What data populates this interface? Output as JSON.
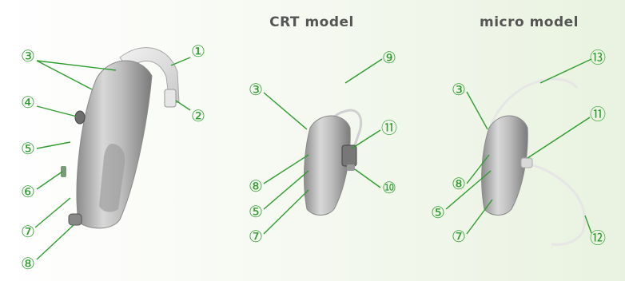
{
  "titles": {
    "crt": "CRT model",
    "micro": "micro model"
  },
  "accent_color": "#33aa33",
  "callouts": {
    "bte": [
      "③",
      "①",
      "④",
      "②",
      "⑤",
      "⑥",
      "⑦",
      "⑧"
    ],
    "crt": [
      "⑨",
      "③",
      "⑪",
      "⑧",
      "⑩",
      "⑤",
      "⑦"
    ],
    "micro": [
      "⑬",
      "③",
      "⑪",
      "⑧",
      "⑤",
      "⑦",
      "⑫"
    ]
  }
}
